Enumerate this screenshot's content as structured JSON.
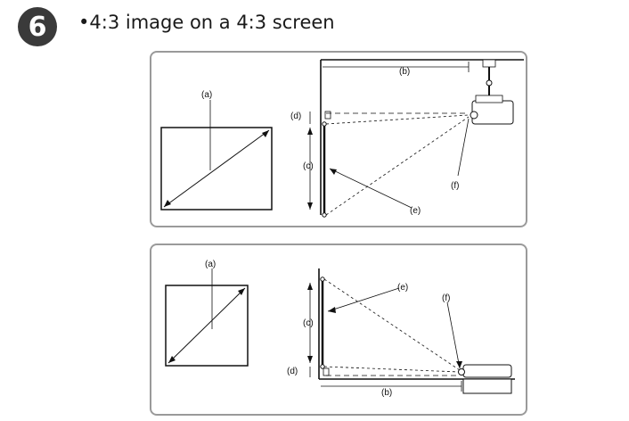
{
  "header": {
    "step_number": "6",
    "title": "•4:3 image on a 4:3 screen"
  },
  "labels": {
    "a": "(a)",
    "b": "(b)",
    "c": "(c)",
    "d": "(d)",
    "e": "(e)",
    "f": "(f)"
  }
}
